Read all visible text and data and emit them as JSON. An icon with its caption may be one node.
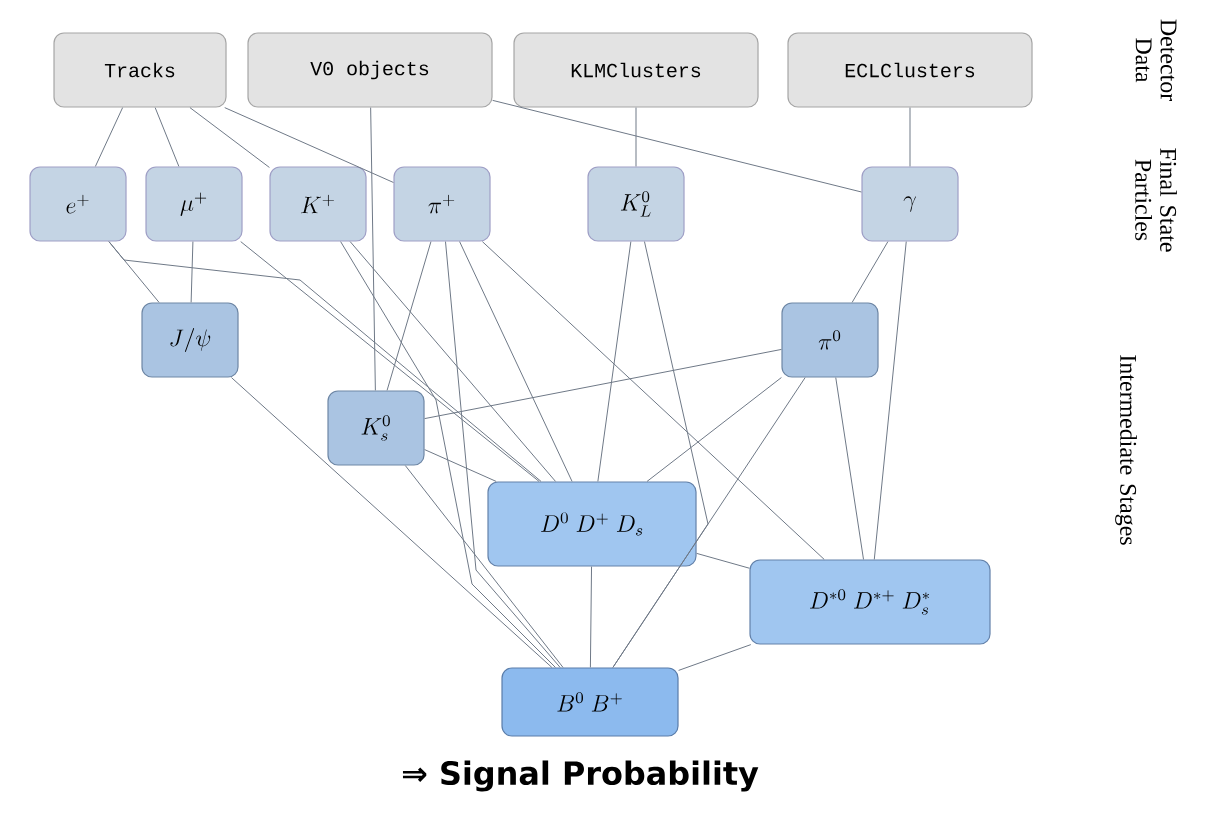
{
  "diagram": {
    "caption": "⇒ Signal Probability",
    "nodes": [
      {
        "text": [
          "Tracks"
        ]
      },
      {
        "text": [
          "V0 objects"
        ]
      },
      {
        "text": [
          "KLMClusters"
        ]
      },
      {
        "text": [
          "ECLClusters"
        ]
      },
      {
        "text": [
          "e^{+}"
        ]
      },
      {
        "text": [
          "\\mu^{+}"
        ]
      },
      {
        "text": [
          "K^{+}"
        ]
      },
      {
        "text": [
          "\\pi^{+}"
        ]
      },
      {
        "text": [
          "K_{L}^{0}"
        ]
      },
      {
        "text": [
          "\\gamma"
        ]
      },
      {
        "text": [
          "J/\\psi"
        ]
      },
      {
        "text": [
          "\\pi^{0}"
        ]
      },
      {
        "text": [
          "K_{s}^{0}"
        ]
      },
      {
        "text": [
          "D^{0}\\ D^{+}\\ D_{s}"
        ]
      },
      {
        "text": [
          "D^{*0}\\ D^{*+}\\ D_{s}^{*}"
        ]
      },
      {
        "text": [
          "B^{0}\\ B^{+}"
        ]
      }
    ],
    "edges": [
      {
        "from": 0,
        "to": 4,
        "arrow": "none"
      },
      {
        "from": 0,
        "to": 5,
        "arrow": "none"
      },
      {
        "from": 0,
        "to": 6,
        "arrow": "none"
      },
      {
        "from": 0,
        "to": 7,
        "arrow": "none"
      },
      {
        "from": 1,
        "to": 9,
        "arrow": "none"
      },
      {
        "from": 1,
        "to": 12,
        "arrow": "none"
      },
      {
        "from": 2,
        "to": 8,
        "arrow": "none"
      },
      {
        "from": 3,
        "to": 9,
        "arrow": "none"
      },
      {
        "from": 4,
        "to": 10,
        "arrow": "none"
      },
      {
        "from": 4,
        "to": 13,
        "arrow": "none"
      },
      {
        "from": 5,
        "to": 10,
        "arrow": "none"
      },
      {
        "from": 5,
        "to": 13,
        "arrow": "none"
      },
      {
        "from": 6,
        "to": 13,
        "arrow": "none"
      },
      {
        "from": 6,
        "to": 15,
        "arrow": "none"
      },
      {
        "from": 7,
        "to": 12,
        "arrow": "none"
      },
      {
        "from": 7,
        "to": 13,
        "arrow": "none"
      },
      {
        "from": 7,
        "to": 14,
        "arrow": "none"
      },
      {
        "from": 7,
        "to": 15,
        "arrow": "none"
      },
      {
        "from": 8,
        "to": 13,
        "arrow": "none"
      },
      {
        "from": 8,
        "to": 15,
        "arrow": "none"
      },
      {
        "from": 9,
        "to": 11,
        "arrow": "none"
      },
      {
        "from": 9,
        "to": 14,
        "arrow": "none"
      },
      {
        "from": 11,
        "to": 12,
        "arrow": "none"
      },
      {
        "from": 11,
        "to": 13,
        "arrow": "none"
      },
      {
        "from": 11,
        "to": 14,
        "arrow": "none"
      },
      {
        "from": 11,
        "to": 15,
        "arrow": "none"
      },
      {
        "from": 10,
        "to": 15,
        "arrow": "none"
      },
      {
        "from": 12,
        "to": 13,
        "arrow": "none"
      },
      {
        "from": 12,
        "to": 15,
        "arrow": "none"
      },
      {
        "from": 13,
        "to": 14,
        "arrow": "none"
      },
      {
        "from": 13,
        "to": 15,
        "arrow": "none"
      },
      {
        "from": 14,
        "to": 15,
        "arrow": "none"
      }
    ],
    "labels": [
      "Detector Data",
      "Final State Particles",
      "Intermediate Stages"
    ]
  }
}
